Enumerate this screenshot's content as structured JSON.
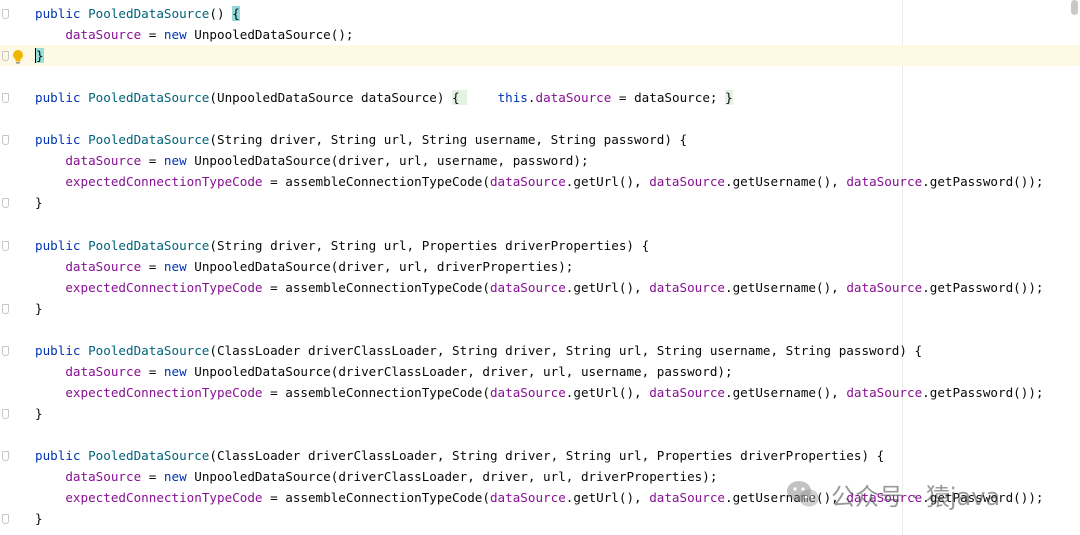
{
  "editor": {
    "lines": [
      {
        "code": [
          {
            "t": "public ",
            "c": "kw"
          },
          {
            "t": "PooledDataSource",
            "c": "fn"
          },
          {
            "t": "() "
          },
          {
            "t": "{",
            "c": "brace-hl"
          }
        ]
      },
      {
        "code": [
          {
            "t": "    "
          },
          {
            "t": "dataSource",
            "c": "fld"
          },
          {
            "t": " = "
          },
          {
            "t": "new ",
            "c": "kw"
          },
          {
            "t": "UnpooledDataSource();"
          }
        ]
      },
      {
        "code": [
          {
            "t": "}",
            "c": "brace-hl2"
          }
        ],
        "current": true,
        "cursor": true,
        "bulb": true
      },
      {
        "code": []
      },
      {
        "code": [
          {
            "t": "public ",
            "c": "kw"
          },
          {
            "t": "PooledDataSource",
            "c": "fn"
          },
          {
            "t": "(UnpooledDataSource dataSource) "
          },
          {
            "t": "{ ",
            "c": "fold-hl"
          },
          {
            "t": "    "
          },
          {
            "t": "this",
            "c": "kw"
          },
          {
            "t": "."
          },
          {
            "t": "dataSource",
            "c": "fld"
          },
          {
            "t": " = dataSource; "
          },
          {
            "t": "}",
            "c": "fold-hl"
          }
        ]
      },
      {
        "code": []
      },
      {
        "code": [
          {
            "t": "public ",
            "c": "kw"
          },
          {
            "t": "PooledDataSource",
            "c": "fn"
          },
          {
            "t": "(String driver, String url, String username, String password) {"
          }
        ]
      },
      {
        "code": [
          {
            "t": "    "
          },
          {
            "t": "dataSource",
            "c": "fld"
          },
          {
            "t": " = "
          },
          {
            "t": "new ",
            "c": "kw"
          },
          {
            "t": "UnpooledDataSource(driver, url, username, password);"
          }
        ]
      },
      {
        "code": [
          {
            "t": "    "
          },
          {
            "t": "expectedConnectionTypeCode",
            "c": "fld"
          },
          {
            "t": " = assembleConnectionTypeCode("
          },
          {
            "t": "dataSource",
            "c": "fld"
          },
          {
            "t": ".getUrl(), "
          },
          {
            "t": "dataSource",
            "c": "fld"
          },
          {
            "t": ".getUsername(), "
          },
          {
            "t": "dataSource",
            "c": "fld"
          },
          {
            "t": ".getPassword());"
          }
        ]
      },
      {
        "code": [
          {
            "t": "}"
          }
        ]
      },
      {
        "code": []
      },
      {
        "code": [
          {
            "t": "public ",
            "c": "kw"
          },
          {
            "t": "PooledDataSource",
            "c": "fn"
          },
          {
            "t": "(String driver, String url, Properties driverProperties) {"
          }
        ]
      },
      {
        "code": [
          {
            "t": "    "
          },
          {
            "t": "dataSource",
            "c": "fld"
          },
          {
            "t": " = "
          },
          {
            "t": "new ",
            "c": "kw"
          },
          {
            "t": "UnpooledDataSource(driver, url, driverProperties);"
          }
        ]
      },
      {
        "code": [
          {
            "t": "    "
          },
          {
            "t": "expectedConnectionTypeCode",
            "c": "fld"
          },
          {
            "t": " = assembleConnectionTypeCode("
          },
          {
            "t": "dataSource",
            "c": "fld"
          },
          {
            "t": ".getUrl(), "
          },
          {
            "t": "dataSource",
            "c": "fld"
          },
          {
            "t": ".getUsername(), "
          },
          {
            "t": "dataSource",
            "c": "fld"
          },
          {
            "t": ".getPassword());"
          }
        ]
      },
      {
        "code": [
          {
            "t": "}"
          }
        ]
      },
      {
        "code": []
      },
      {
        "code": [
          {
            "t": "public ",
            "c": "kw"
          },
          {
            "t": "PooledDataSource",
            "c": "fn"
          },
          {
            "t": "(ClassLoader driverClassLoader, String driver, String url, String username, String password) {"
          }
        ]
      },
      {
        "code": [
          {
            "t": "    "
          },
          {
            "t": "dataSource",
            "c": "fld"
          },
          {
            "t": " = "
          },
          {
            "t": "new ",
            "c": "kw"
          },
          {
            "t": "UnpooledDataSource(driverClassLoader, driver, url, username, password);"
          }
        ]
      },
      {
        "code": [
          {
            "t": "    "
          },
          {
            "t": "expectedConnectionTypeCode",
            "c": "fld"
          },
          {
            "t": " = assembleConnectionTypeCode("
          },
          {
            "t": "dataSource",
            "c": "fld"
          },
          {
            "t": ".getUrl(), "
          },
          {
            "t": "dataSource",
            "c": "fld"
          },
          {
            "t": ".getUsername(), "
          },
          {
            "t": "dataSource",
            "c": "fld"
          },
          {
            "t": ".getPassword());"
          }
        ]
      },
      {
        "code": [
          {
            "t": "}"
          }
        ]
      },
      {
        "code": []
      },
      {
        "code": [
          {
            "t": "public ",
            "c": "kw"
          },
          {
            "t": "PooledDataSource",
            "c": "fn"
          },
          {
            "t": "(ClassLoader driverClassLoader, String driver, String url, Properties driverProperties) {"
          }
        ]
      },
      {
        "code": [
          {
            "t": "    "
          },
          {
            "t": "dataSource",
            "c": "fld"
          },
          {
            "t": " = "
          },
          {
            "t": "new ",
            "c": "kw"
          },
          {
            "t": "UnpooledDataSource(driverClassLoader, driver, url, driverProperties);"
          }
        ]
      },
      {
        "code": [
          {
            "t": "    "
          },
          {
            "t": "expectedConnectionTypeCode",
            "c": "fld"
          },
          {
            "t": " = assembleConnectionTypeCode("
          },
          {
            "t": "dataSource",
            "c": "fld"
          },
          {
            "t": ".getUrl(), "
          },
          {
            "t": "dataSource",
            "c": "fld"
          },
          {
            "t": ".getUsername(), "
          },
          {
            "t": "dataSource",
            "c": "fld"
          },
          {
            "t": ".getPassword());"
          }
        ]
      },
      {
        "code": [
          {
            "t": "}"
          }
        ]
      }
    ],
    "fold_markers_on_lines": [
      0,
      2,
      4,
      6,
      9,
      11,
      14,
      16,
      19,
      21,
      24
    ],
    "icons": {
      "gutter_bulb": "lightbulb-icon",
      "fold_marker": "fold-marker-icon",
      "watermark_logo": "wechat-logo-icon"
    },
    "colors": {
      "keyword": "#0033b3",
      "method": "#00627a",
      "field": "#871094",
      "text": "#080808",
      "current_line": "#fdf9e4",
      "brace_match": "#93d9d9"
    }
  },
  "watermark": {
    "text": "公众号 · 猿java"
  }
}
